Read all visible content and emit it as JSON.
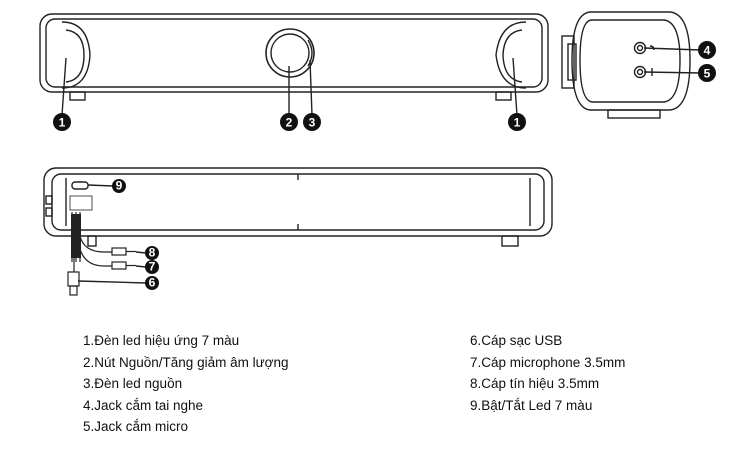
{
  "callouts": [
    "1",
    "2",
    "3",
    "1",
    "4",
    "5",
    "9",
    "8",
    "7",
    "6"
  ],
  "legend_left": [
    "1.Đèn led hiệu ứng 7 màu",
    "2.Nút Nguồn/Tăng giảm âm lượng",
    "3.Đèn led nguồn",
    "4.Jack cắm tai nghe",
    "5.Jack cắm micro"
  ],
  "legend_right": [
    "6.Cáp sạc USB",
    "7.Cáp microphone 3.5mm",
    "8.Cáp tín hiệu 3.5mm",
    "9.Bật/Tắt Led 7 màu"
  ],
  "colors": {
    "line": "#222222",
    "callout_fill": "#111111",
    "background": "#ffffff"
  }
}
